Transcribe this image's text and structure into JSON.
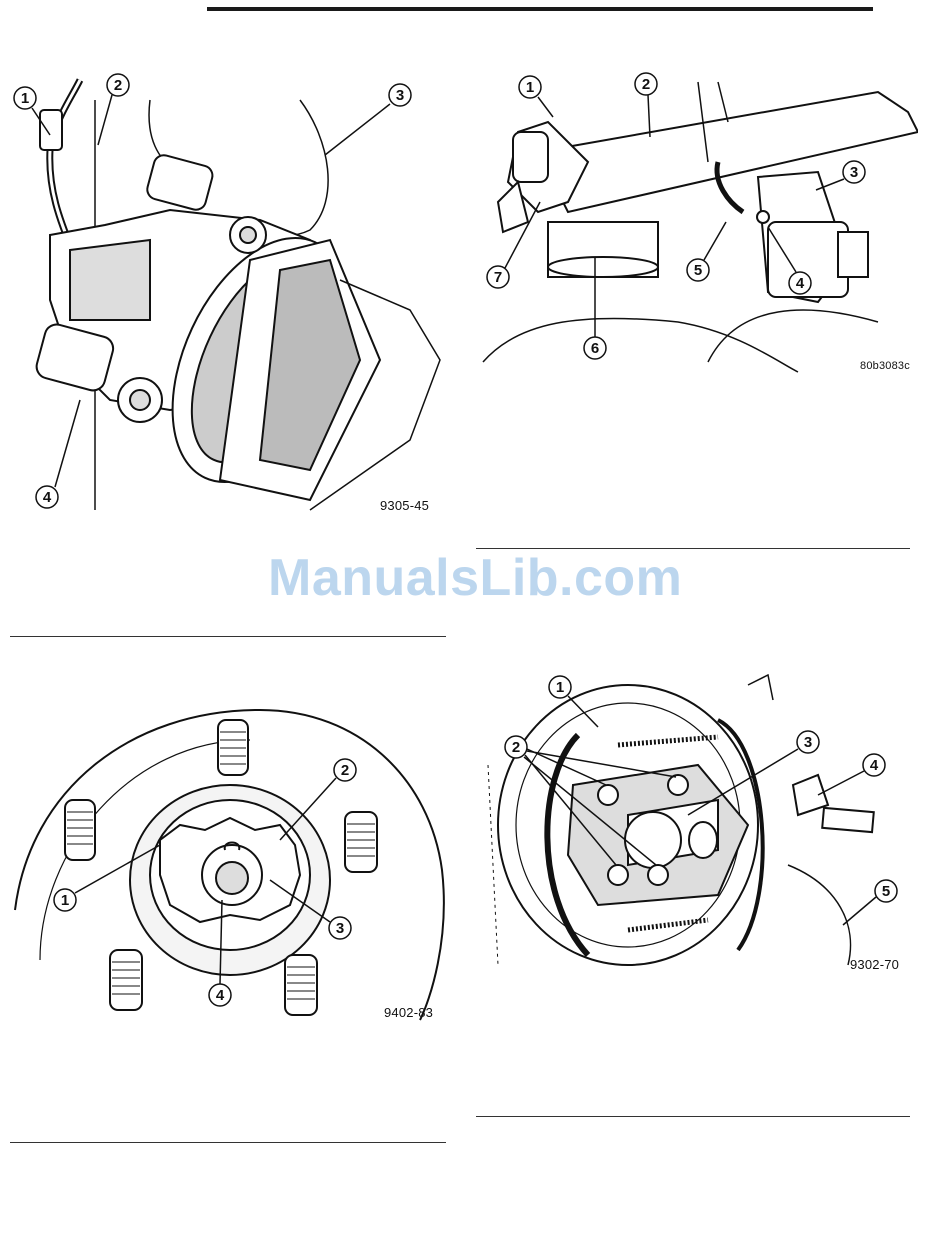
{
  "watermark": "ManualsLib.com",
  "figures": [
    {
      "code": "9305-45",
      "callouts": [
        "1",
        "2",
        "3",
        "4"
      ]
    },
    {
      "code": "80b3083c",
      "callouts": [
        "1",
        "2",
        "3",
        "4",
        "5",
        "6",
        "7"
      ]
    },
    {
      "code": "9402-83",
      "callouts": [
        "1",
        "2",
        "3",
        "4"
      ]
    },
    {
      "code": "9302-70",
      "callouts": [
        "1",
        "2",
        "3",
        "4",
        "5"
      ]
    }
  ]
}
